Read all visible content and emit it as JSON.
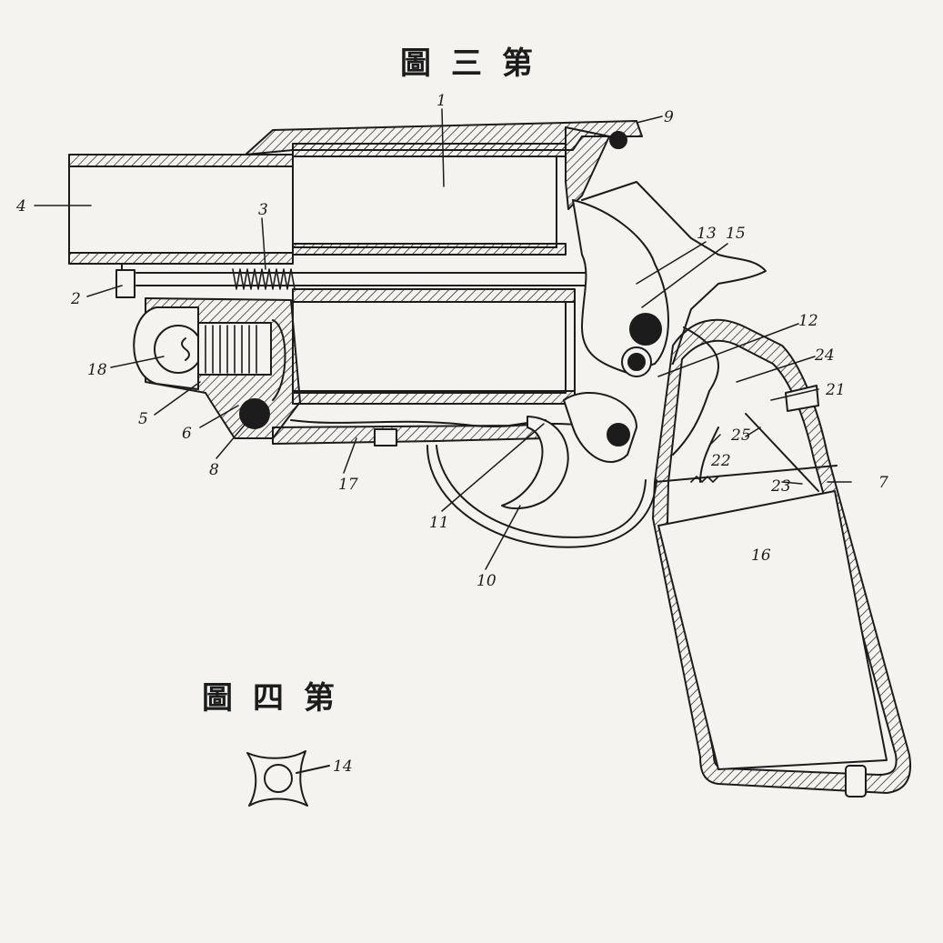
{
  "figure3": {
    "title": "圖三第",
    "labels": {
      "n1": "1",
      "n2": "2",
      "n3": "3",
      "n4": "4",
      "n5": "5",
      "n6": "6",
      "n7": "7",
      "n8": "8",
      "n9": "9",
      "n10": "10",
      "n11": "11",
      "n12": "12",
      "n13": "13",
      "n15": "15",
      "n16": "16",
      "n17": "17",
      "n18": "18",
      "n21": "21",
      "n22": "22",
      "n23": "23",
      "n24": "24",
      "n25": "25"
    }
  },
  "figure4": {
    "title": "圖四第",
    "labels": {
      "n14": "14"
    }
  },
  "colors": {
    "ink": "#1c1c1c",
    "paper": "#f4f3f0"
  }
}
